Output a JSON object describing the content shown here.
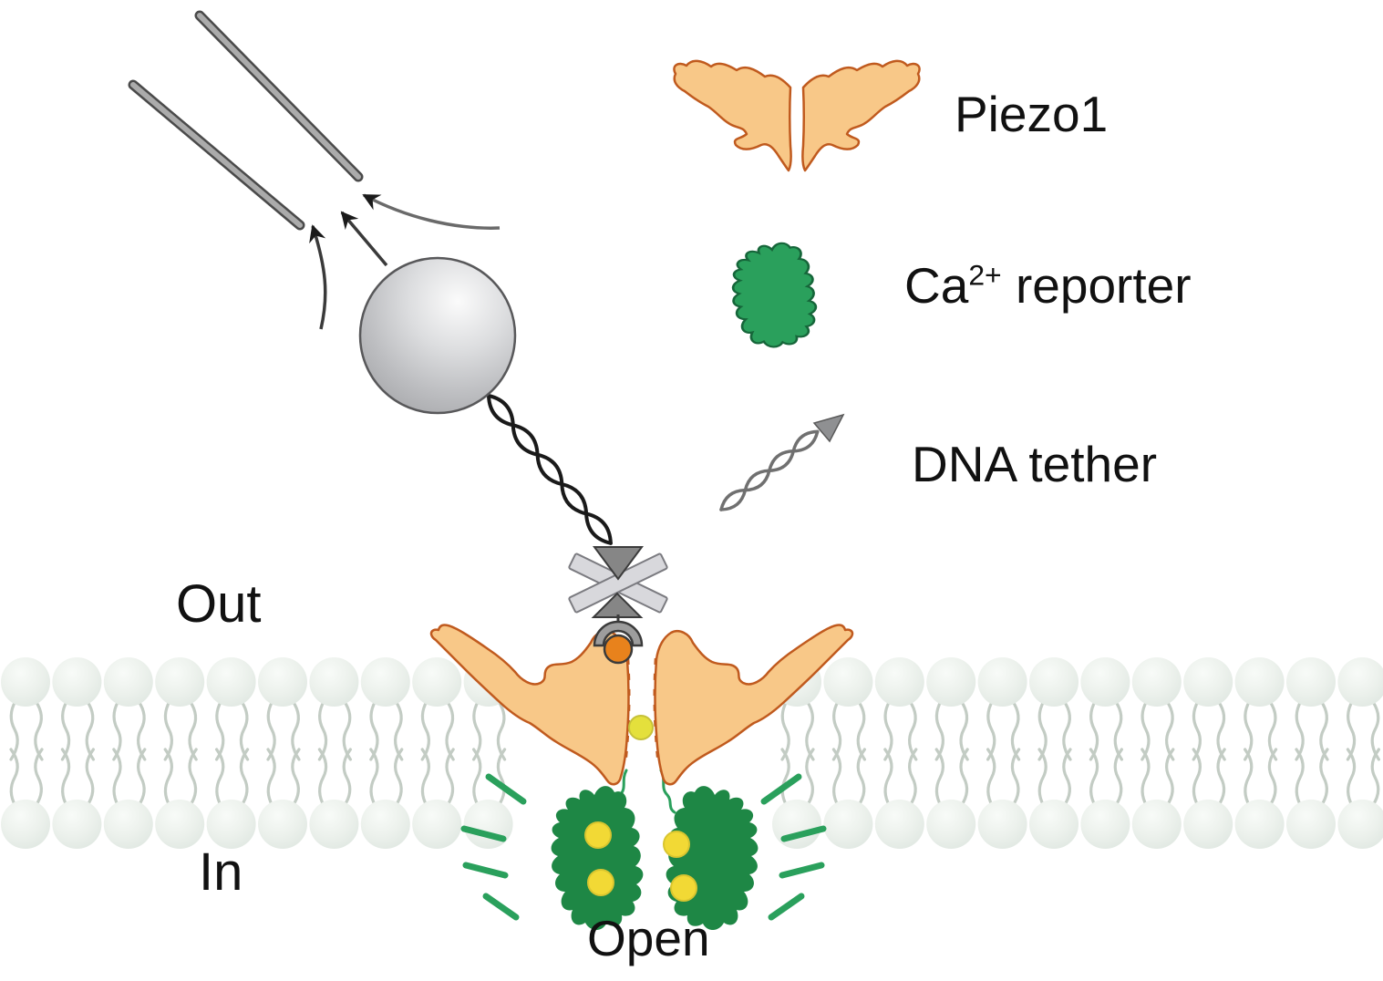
{
  "legend": {
    "piezo1": "Piezo1",
    "ca_prefix": "Ca",
    "ca_sup": "2+",
    "ca_suffix": " reporter",
    "dna": "DNA tether"
  },
  "annotations": {
    "out": "Out",
    "in": "In",
    "open": "Open"
  },
  "colors": {
    "piezo_fill": "#F8C888",
    "piezo_outline": "#C05A1E",
    "reporter_green": "#1E8745",
    "legend_green": "#2AA05C",
    "legend_green_dark": "#16663A",
    "ion_yellow": "#E4E03C",
    "ca_dot_yellow": "#F2D935",
    "bead_gray": "#BDBEC1",
    "rod_gray": "#ABABAB",
    "orange_anchor": "#E8821C",
    "attachment_dark": "#868686",
    "attachment_light": "#D8D8DC",
    "attachment_mid": "#9D9D9D",
    "membrane_head": "#DFE7E1",
    "membrane_tail": "#C3CCC4",
    "dna_black": "#1A1A1A",
    "dna_legend_gray": "#707070",
    "arrow_black": "#1A1A1A",
    "text_black": "#111111"
  }
}
